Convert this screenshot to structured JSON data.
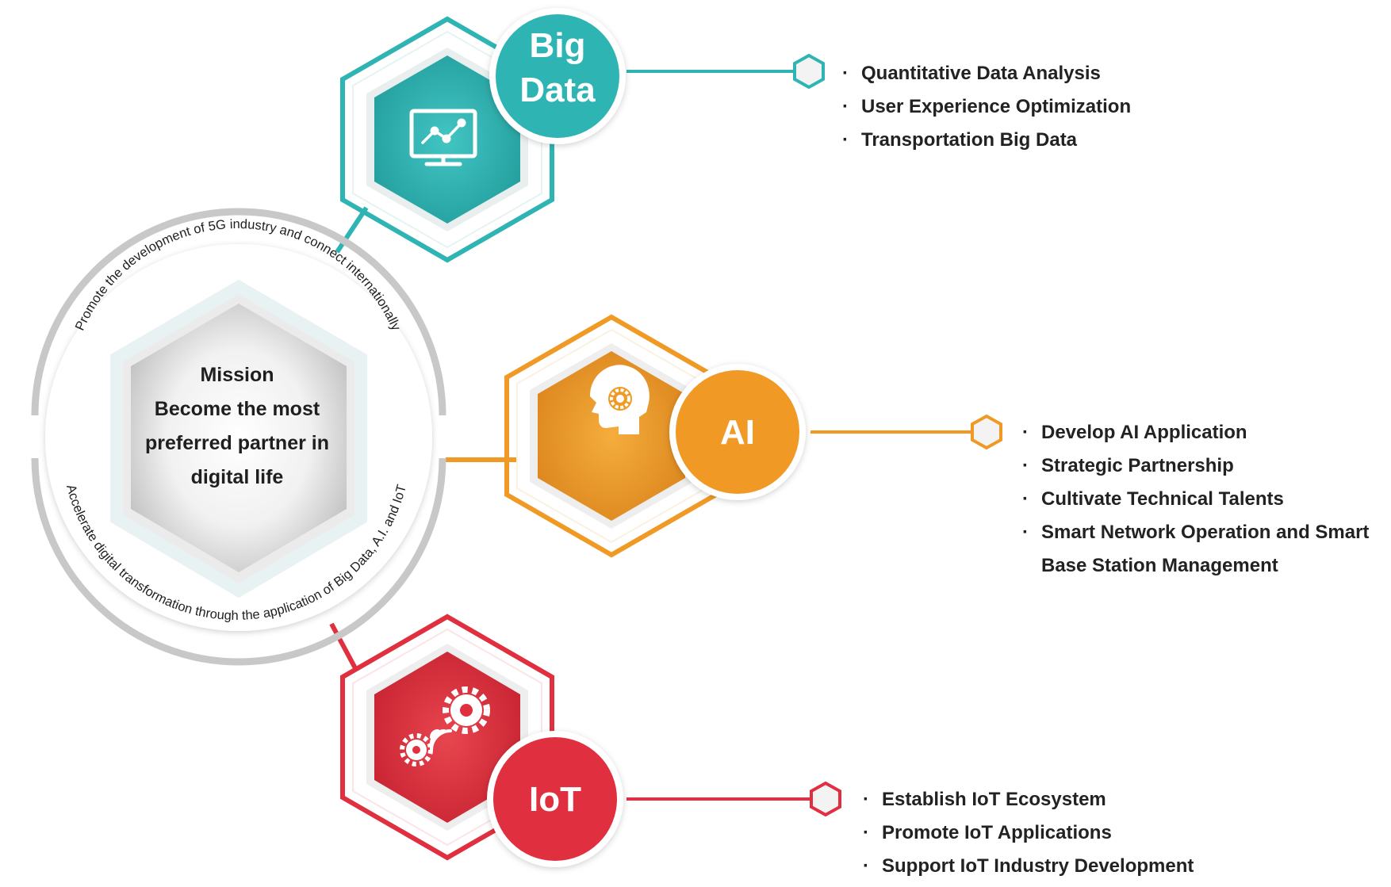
{
  "mission": {
    "lines": [
      "Mission",
      "Become the most",
      "preferred partner in",
      "digital life"
    ],
    "arc_top": "Promote the development of 5G industry and connect internationally",
    "arc_bottom": "Accelerate digital transformation through the application of Big Data, A.I. and IoT"
  },
  "pillars": [
    {
      "id": "big-data",
      "label_lines": [
        "Big",
        "Data"
      ],
      "icon": "chart-monitor-icon",
      "color": "#2fb4b4",
      "items": [
        "Quantitative Data Analysis",
        "User Experience Optimization",
        "Transportation Big Data"
      ]
    },
    {
      "id": "ai",
      "label_lines": [
        "AI"
      ],
      "icon": "brain-gear-head-icon",
      "color": "#f09a25",
      "items": [
        "Develop AI Application",
        "Strategic Partnership",
        "Cultivate Technical Talents",
        "Smart Network Operation and Smart Base Station Management"
      ]
    },
    {
      "id": "iot",
      "label_lines": [
        "IoT"
      ],
      "icon": "gears-signal-icon",
      "color": "#e03040",
      "items": [
        "Establish IoT Ecosystem",
        "Promote IoT Applications",
        "Support IoT Industry Development"
      ]
    }
  ]
}
